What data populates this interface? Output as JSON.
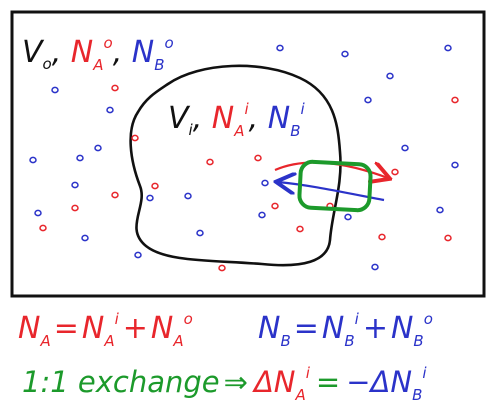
{
  "colors": {
    "ink": "#111111",
    "species_a": "#e8262c",
    "species_b": "#2b33c9",
    "exchange": "#1c9a2b"
  },
  "outer_label": {
    "v": "V",
    "v_sub": "o",
    "na": "N",
    "na_sub": "A",
    "na_sup": "o",
    "nb": "N",
    "nb_sub": "B",
    "nb_sup": "o"
  },
  "inner_label": {
    "v": "V",
    "v_sub": "i",
    "na": "N",
    "na_sub": "A",
    "na_sup": "i",
    "nb": "N",
    "nb_sub": "B",
    "nb_sup": "i"
  },
  "equations": {
    "eq_a": {
      "lhs": "N",
      "lhs_sub": "A",
      "eq": "=",
      "t1": "N",
      "t1_sub": "A",
      "t1_sup": "i",
      "plus": "+",
      "t2": "N",
      "t2_sub": "A",
      "t2_sup": "o"
    },
    "eq_b": {
      "lhs": "N",
      "lhs_sub": "B",
      "eq": "=",
      "t1": "N",
      "t1_sub": "B",
      "t1_sup": "i",
      "plus": "+",
      "t2": "N",
      "t2_sub": "B",
      "t2_sup": "o"
    },
    "exchange": {
      "lead": "1:1 exchange",
      "arrow": "⇒",
      "d1": "Δ",
      "t1": "N",
      "t1_sub": "A",
      "t1_sup": "i",
      "eq": "=",
      "minus": "−Δ",
      "t2": "N",
      "t2_sub": "B",
      "t2_sup": "i"
    }
  },
  "icons": {
    "exchange_arrows": "double-arrow-icon",
    "membrane_patch": "rounded-rect-outline"
  }
}
